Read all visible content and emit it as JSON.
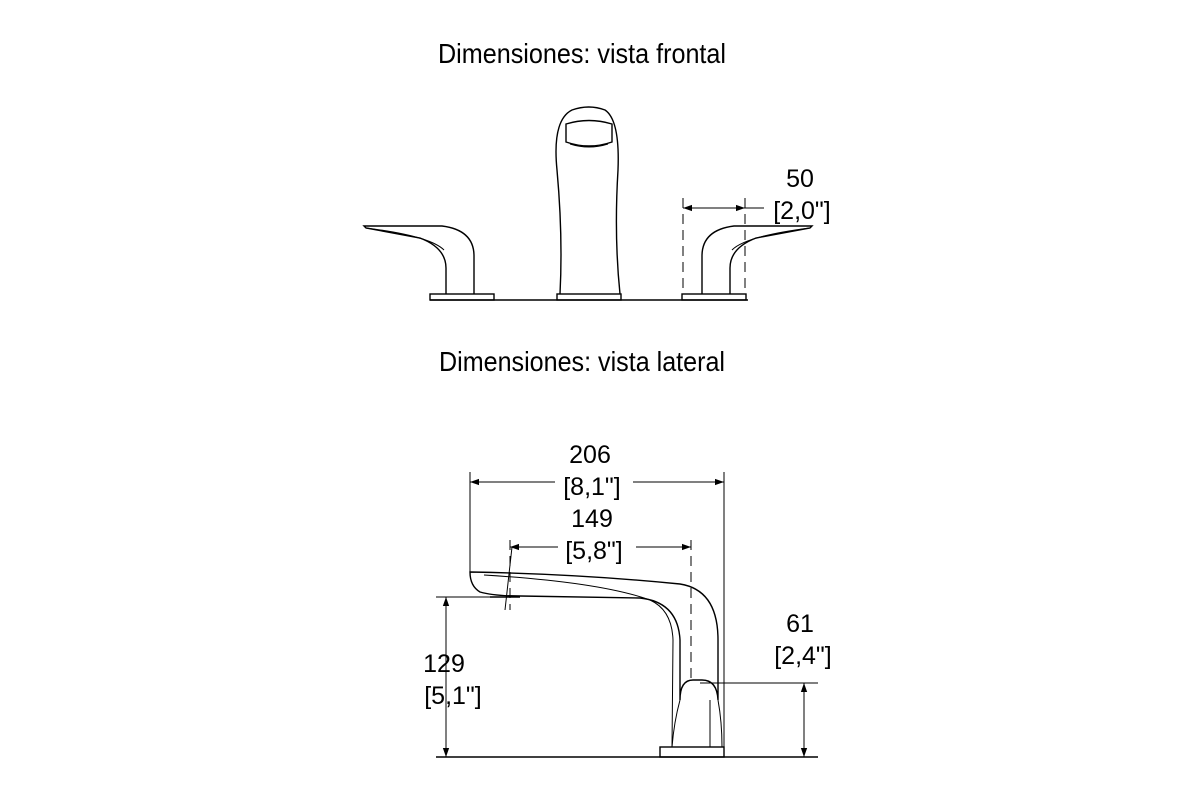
{
  "titles": {
    "front": "Dimensiones: vista frontal",
    "side": "Dimensiones: vista lateral"
  },
  "dimensions": {
    "handle_width": {
      "mm": "50",
      "inch": "[2,0\"]"
    },
    "overall_length": {
      "mm": "206",
      "inch": "[8,1\"]"
    },
    "spout_reach": {
      "mm": "149",
      "inch": "[5,8\"]"
    },
    "spout_height": {
      "mm": "129",
      "inch": "[5,1\"]"
    },
    "base_height": {
      "mm": "61",
      "inch": "[2,4\"]"
    }
  }
}
